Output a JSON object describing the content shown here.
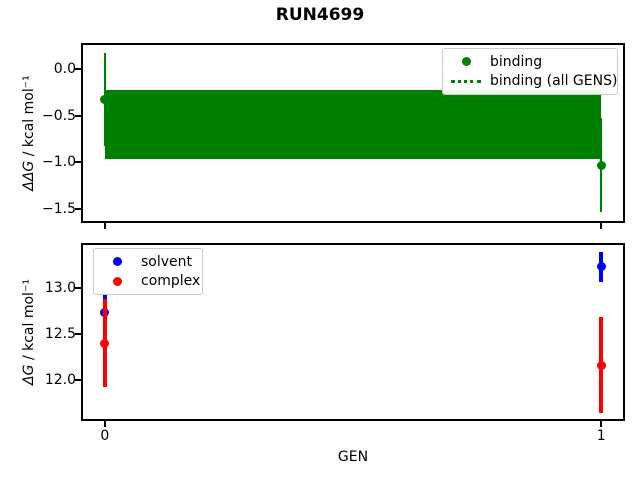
{
  "title": "RUN4699",
  "xlabel": "GEN",
  "top_plot": {
    "ylabel_math": "ΔΔG",
    "ylabel_units": " / kcal mol⁻¹",
    "legend": [
      {
        "label": "binding",
        "marker": "dot",
        "color": "#008000"
      },
      {
        "label": "binding (all GENS)",
        "marker": "dotted-line",
        "color": "#008000"
      }
    ]
  },
  "bottom_plot": {
    "ylabel_math": "ΔG",
    "ylabel_units": " / kcal mol⁻¹",
    "legend": [
      {
        "label": "solvent",
        "marker": "dot",
        "color": "#0000ff"
      },
      {
        "label": "complex",
        "marker": "dot",
        "color": "#ff0000"
      }
    ]
  },
  "chart_data": [
    {
      "type": "scatter",
      "title": "RUN4699",
      "xlabel": "GEN",
      "ylabel": "ΔΔG / kcal mol⁻¹",
      "x": [
        0,
        1
      ],
      "series": [
        {
          "name": "binding",
          "color": "#008000",
          "values": [
            -0.33,
            -1.03
          ],
          "yerr": [
            0.5,
            0.5
          ]
        },
        {
          "name": "binding (all GENS)",
          "color": "#008000",
          "style": "band",
          "mean": -0.6,
          "low": -0.97,
          "high": -0.23,
          "x_range": [
            0,
            1
          ]
        }
      ],
      "xlim": [
        -0.048,
        1.048
      ],
      "ylim": [
        -1.651,
        0.279
      ],
      "yticks": [
        0.0,
        -0.5,
        -1.0,
        -1.5
      ],
      "ytick_labels": [
        "0.0",
        "−0.5",
        "−1.0",
        "−1.5"
      ],
      "grid": false,
      "legend_position": "upper right"
    },
    {
      "type": "scatter",
      "xlabel": "GEN",
      "ylabel": "ΔG / kcal mol⁻¹",
      "x": [
        0,
        1
      ],
      "xtick_labels": [
        "0",
        "1"
      ],
      "series": [
        {
          "name": "solvent",
          "color": "#0000ff",
          "values": [
            12.73,
            13.23
          ],
          "yerr": [
            0.19,
            0.16
          ]
        },
        {
          "name": "complex",
          "color": "#ff0000",
          "values": [
            12.4,
            12.16
          ],
          "yerr": [
            0.48,
            0.52
          ]
        }
      ],
      "xlim": [
        -0.048,
        1.048
      ],
      "ylim": [
        11.554,
        13.489
      ],
      "yticks": [
        13.0,
        12.5,
        12.0
      ],
      "ytick_labels": [
        "13.0",
        "12.5",
        "12.0"
      ],
      "grid": false,
      "legend_position": "upper left"
    }
  ]
}
